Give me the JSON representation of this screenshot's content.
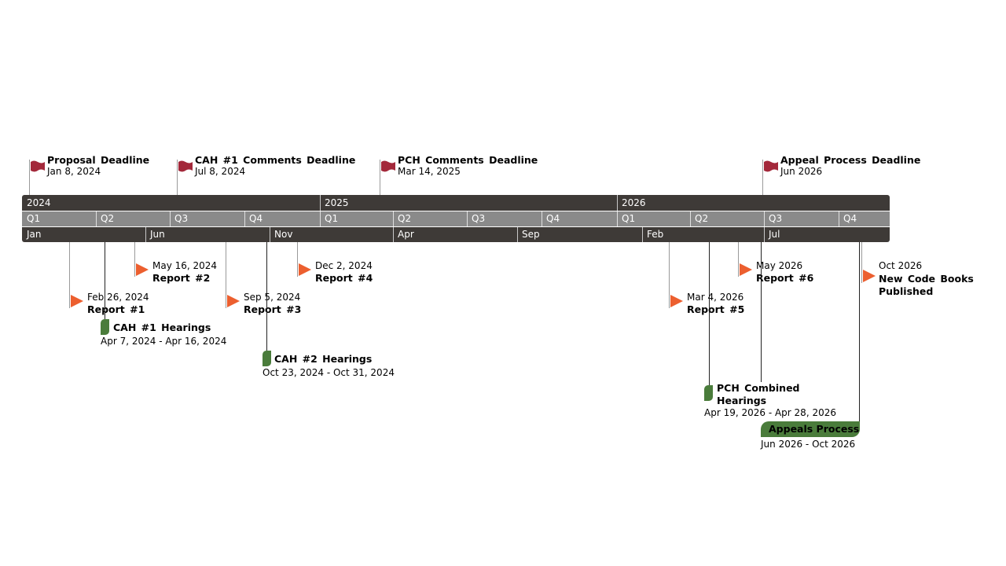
{
  "colors": {
    "scale_dark": "#3e3a37",
    "scale_quarter": "#8a8a8a",
    "flag": "#a3283a",
    "report_triangle": "#ec5f2f",
    "task_green": "#4a7c3b"
  },
  "scale": {
    "years": [
      "2024",
      "2025",
      "2026"
    ],
    "quarters": [
      "Q1",
      "Q2",
      "Q3",
      "Q4",
      "Q1",
      "Q2",
      "Q3",
      "Q4",
      "Q1",
      "Q2",
      "Q3",
      "Q4"
    ],
    "months": [
      "Jan",
      "Jun",
      "Nov",
      "Apr",
      "Sep",
      "Feb",
      "Jul"
    ]
  },
  "milestones_top": [
    {
      "title": "Proposal Deadline",
      "date": "Jan 8, 2024",
      "icon": "flag-icon"
    },
    {
      "title": "CAH #1 Comments Deadline",
      "date": "Jul 8, 2024",
      "icon": "flag-icon"
    },
    {
      "title": "PCH Comments Deadline",
      "date": "Mar 14, 2025",
      "icon": "flag-icon"
    },
    {
      "title": "Appeal Process Deadline",
      "date": "Jun 2026",
      "icon": "flag-icon"
    }
  ],
  "reports": [
    {
      "title": "Report #1",
      "date": "Feb 26, 2024",
      "icon": "triangle-icon"
    },
    {
      "title": "Report #2",
      "date": "May 16, 2024",
      "icon": "triangle-icon"
    },
    {
      "title": "Report #3",
      "date": "Sep 5, 2024",
      "icon": "triangle-icon"
    },
    {
      "title": "Report #4",
      "date": "Dec 2, 2024",
      "icon": "triangle-icon"
    },
    {
      "title": "Report #5",
      "date": "Mar 4, 2026",
      "icon": "triangle-icon"
    },
    {
      "title": "Report #6",
      "date": "May 2026",
      "icon": "triangle-icon"
    },
    {
      "title_line1": "New Code Books",
      "title_line2": "Published",
      "date": "Oct 2026",
      "icon": "triangle-icon"
    }
  ],
  "tasks": [
    {
      "title": "CAH #1 Hearings",
      "date": "Apr 7, 2024 - Apr 16, 2024"
    },
    {
      "title": "CAH #2 Hearings",
      "date": "Oct 23, 2024 - Oct 31, 2024"
    },
    {
      "title_line1": "PCH Combined",
      "title_line2": "Hearings",
      "date": "Apr 19, 2026 - Apr 28, 2026"
    },
    {
      "title": "Appeals Process",
      "date": "Jun 2026 - Oct 2026"
    }
  ]
}
